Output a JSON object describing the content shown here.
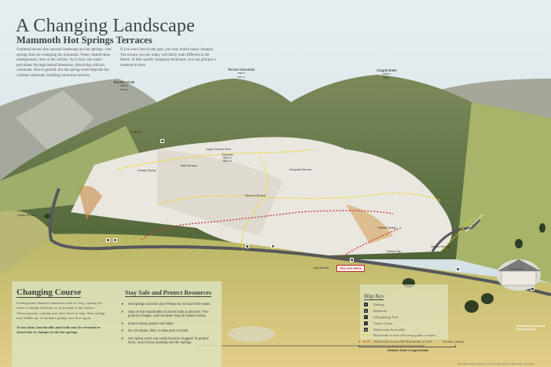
{
  "header": {
    "title": "A Changing Landscape",
    "subtitle": "Mammoth Hot Springs Terraces",
    "intro_left": "Scattered across this unusual landscape are hot springs—hot springs that are reshaping the mountain. Water, heated deep underground, rises to the surface. As it rises, the water percolates through buried limestone, dissolving calcium carbonate. Above ground, the hot spring water deposits the calcium carbonate, building travertine terraces.",
    "intro_right": "If you were here in the past, you may notice many changes. The terrain you see today will likely look different in the future. In this rapidly changing landscape, you can glimpse a moment in time."
  },
  "peaks": [
    {
      "name": "Bunsen Peak",
      "ft": "8564 ft",
      "m": "2610 m"
    },
    {
      "name": "Terrace Mountain",
      "ft": "7997 ft",
      "m": "2437 m"
    },
    {
      "name": "Clagett Butte",
      "ft": "8203 ft",
      "m": "2499 m"
    }
  ],
  "map_labels": {
    "to_norris": "To Norris",
    "upper_terrace_drive": "Upper Terrace Drive",
    "overlook": "Overlook",
    "overlook_ft": "6500 ft",
    "overlook_m": "1981 m",
    "canary_spring": "Canary Spring",
    "main_terrace": "Main Terrace",
    "cleopatra_terrace": "Cleopatra Terrace",
    "minerva_terrace": "Minerva Terrace",
    "jupiter_terrace": "Jupiter Terrace",
    "palette_spring": "Palette Spring",
    "liberty_cap": "Liberty Cap",
    "hymen_terrace": "Hymen Terrace",
    "opal_terrace": "Opal Terrace",
    "beaver_ponds_trail": "Beaver Ponds Trail",
    "you_are_here": "You Are Here",
    "visitor_center": "Visitor Center",
    "to_visitor_center": "To Visitor Center and other services"
  },
  "changing_course": {
    "heading": "Changing Course",
    "body": "Underground channels sometimes shift or clog, causing the water to change direction on its journey to the surface. Above ground, a spring may slow down or stop. New springs may bubble up, or dormant springs may flow again.",
    "warning": "At any time, boardwalks and trails may be rerouted or closed due to changes in the hot springs."
  },
  "stay_safe": {
    "heading": "Stay Safe and Protect Resources",
    "items": [
      "Hot springs can burn you! Please do not touch the water.",
      "Stay on the boardwalks or paved trails at all times. The ground is fragile, and hot water may be hidden below.",
      "Expect steep grades and stairs.",
      "Do not smoke, litter, or take pets on trails.",
      "Hot spring vents can easily become clogged. To protect them, never throw anything into the springs."
    ]
  },
  "map_key": {
    "title": "Map Key",
    "items": [
      {
        "icon": "P",
        "label": "Parking"
      },
      {
        "icon": "R",
        "label": "Restroom"
      },
      {
        "icon": "T",
        "label": "Self-guiding Trail"
      },
      {
        "icon": "?",
        "label": "Visitor Center"
      },
      {
        "icon": "W",
        "label": "Wheelchair Accessible"
      }
    ],
    "lines": [
      {
        "color": "#f2d51c",
        "label": "Boardwalk or trail with steep grades or stairs"
      },
      {
        "color": "#c2393a",
        "label": "Wheelchair Accessible Boardwalk or Trail"
      }
    ],
    "scale_label": "1/4 mile (.40 km)",
    "scale_note": "Distance Scale is Approximate",
    "scale_start": "0"
  },
  "credit": "This exhibit made possible by a generous grant from The Yellowstone Association"
}
